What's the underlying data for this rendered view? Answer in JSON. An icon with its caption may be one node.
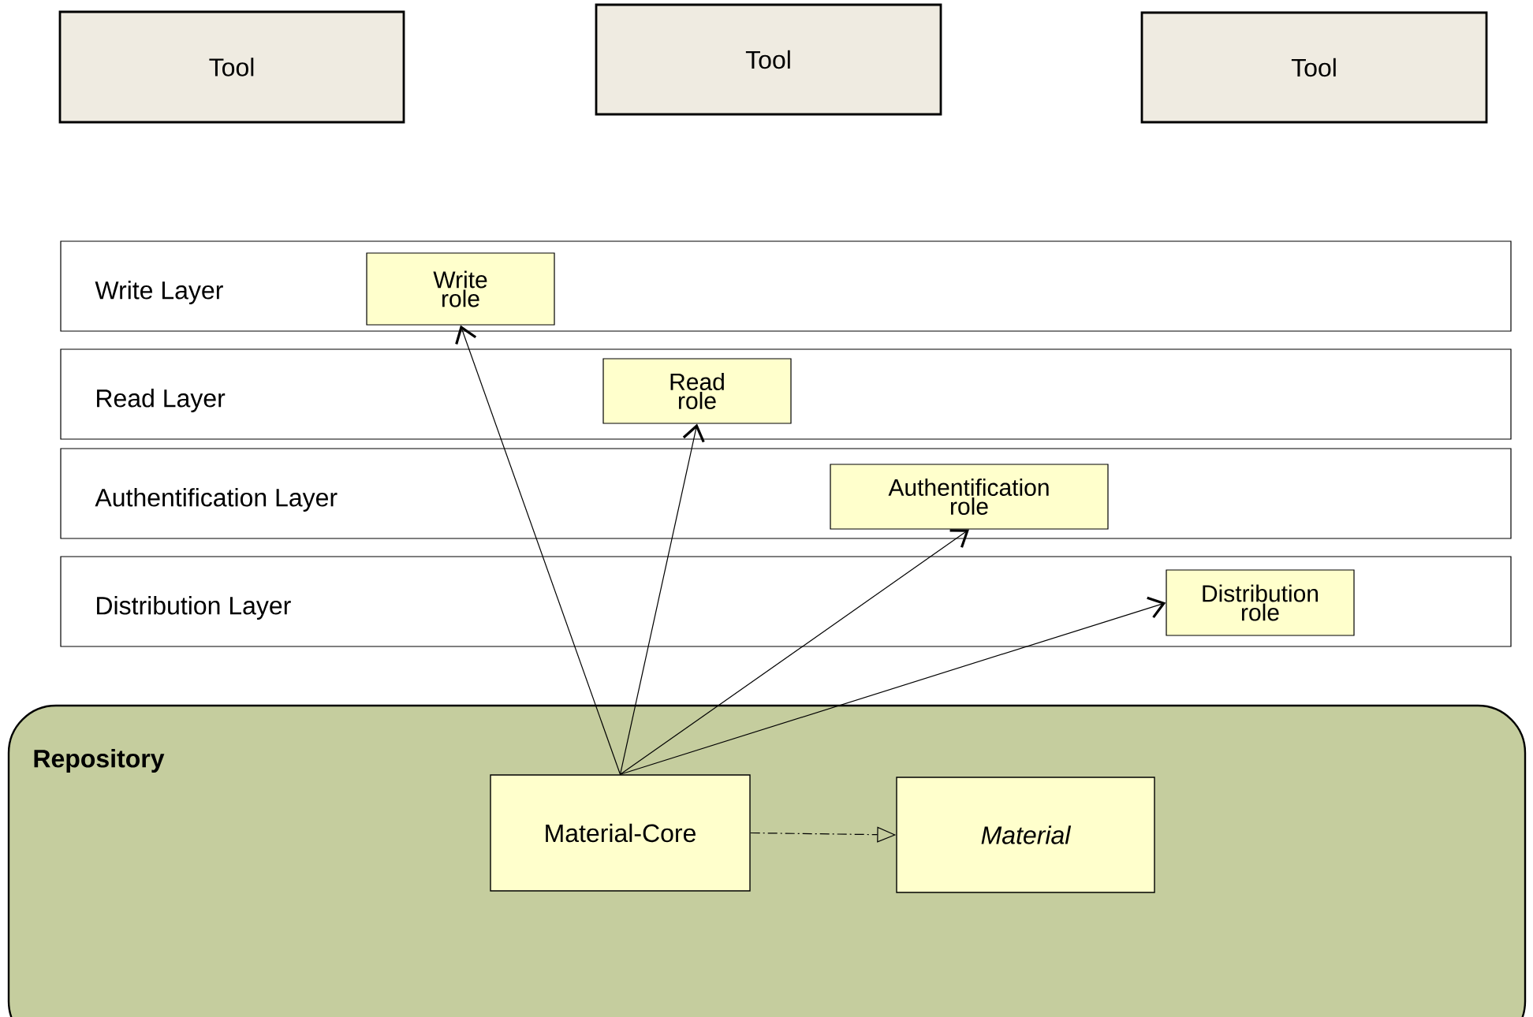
{
  "diagram": {
    "nodes": [
      {
        "text": [
          "Tool"
        ]
      },
      {
        "text": [
          "Tool"
        ]
      },
      {
        "text": [
          "Tool"
        ]
      },
      {
        "text": [
          "Write Layer"
        ]
      },
      {
        "text": [
          "Write role"
        ],
        "in": 3
      },
      {
        "text": [
          "Read Layer"
        ]
      },
      {
        "text": [
          "Read role"
        ],
        "in": 5
      },
      {
        "text": [
          "Authentification Layer"
        ]
      },
      {
        "text": [
          "Authentification role"
        ],
        "in": 7
      },
      {
        "text": [
          "Distribution Layer"
        ]
      },
      {
        "text": [
          "Distribution role"
        ],
        "in": 9
      },
      {
        "text": [
          "Repository"
        ]
      },
      {
        "text": [
          "Material-Core"
        ],
        "in": 11
      },
      {
        "text": [
          "Material"
        ],
        "in": 11
      }
    ],
    "edges": [
      {
        "from": 12,
        "to": 4,
        "arrow": "to"
      },
      {
        "from": 12,
        "to": 6,
        "arrow": "to"
      },
      {
        "from": 12,
        "to": 8,
        "arrow": "to"
      },
      {
        "from": 12,
        "to": 10,
        "arrow": "to"
      },
      {
        "from": 12,
        "to": 13,
        "arrow": "to",
        "style": "dashed"
      }
    ]
  }
}
